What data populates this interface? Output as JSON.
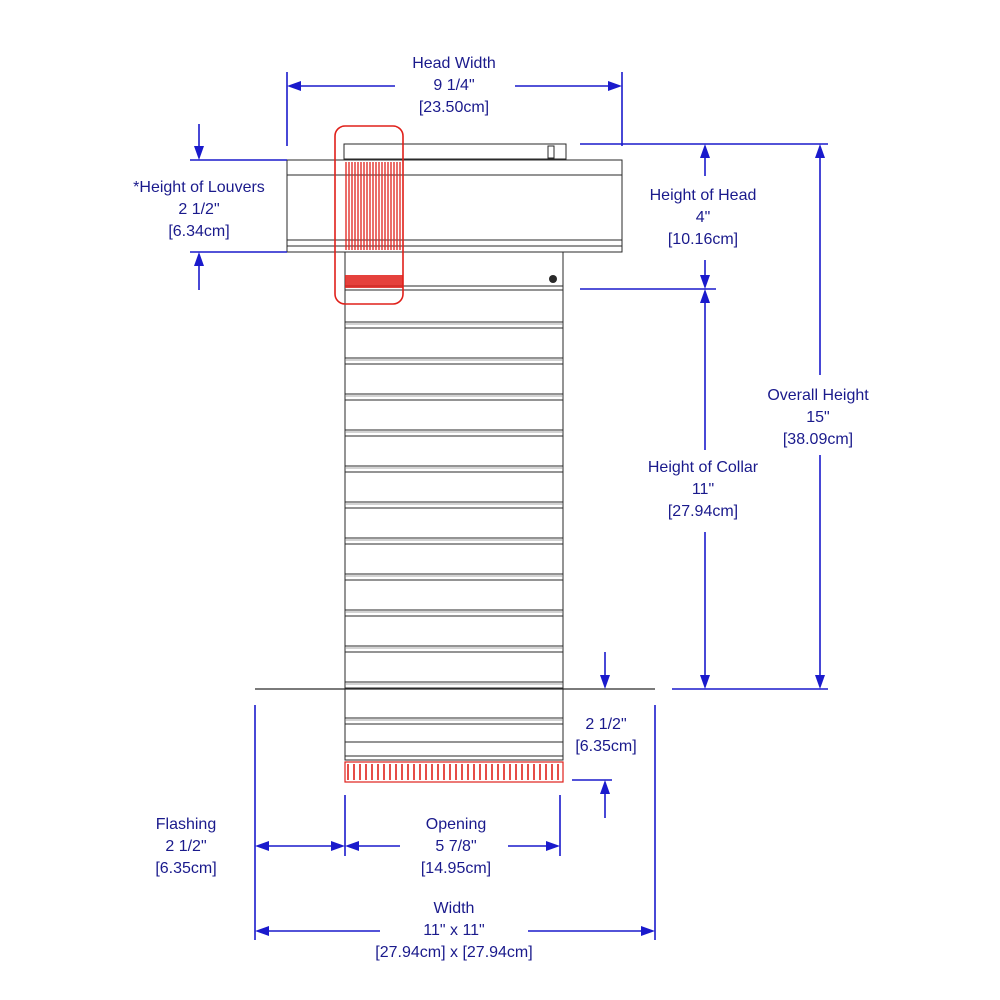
{
  "colors": {
    "dimension": "#1a1acc",
    "text": "#1a1a8c",
    "outline": "#2a2a2a",
    "highlight": "#e0201a"
  },
  "labels": {
    "head_width": {
      "title": "Head Width",
      "imperial": "9 1/4\"",
      "metric": "[23.50cm]"
    },
    "louvers": {
      "title": "*Height of Louvers",
      "imperial": "2 1/2\"",
      "metric": "[6.34cm]"
    },
    "head_height": {
      "title": "Height of Head",
      "imperial": "4\"",
      "metric": "[10.16cm]"
    },
    "overall_height": {
      "title": "Overall Height",
      "imperial": "15\"",
      "metric": "[38.09cm]"
    },
    "collar_height": {
      "title": "Height of Collar",
      "imperial": "11\"",
      "metric": "[27.94cm]"
    },
    "below_roof": {
      "imperial": "2 1/2\"",
      "metric": "[6.35cm]"
    },
    "flashing": {
      "title": "Flashing",
      "imperial": "2 1/2\"",
      "metric": "[6.35cm]"
    },
    "opening": {
      "title": "Opening",
      "imperial": "5 7/8\"",
      "metric": "[14.95cm]"
    },
    "width": {
      "title": "Width",
      "imperial": "11\" x 11\"",
      "metric": "[27.94cm] x [27.94cm]"
    }
  }
}
